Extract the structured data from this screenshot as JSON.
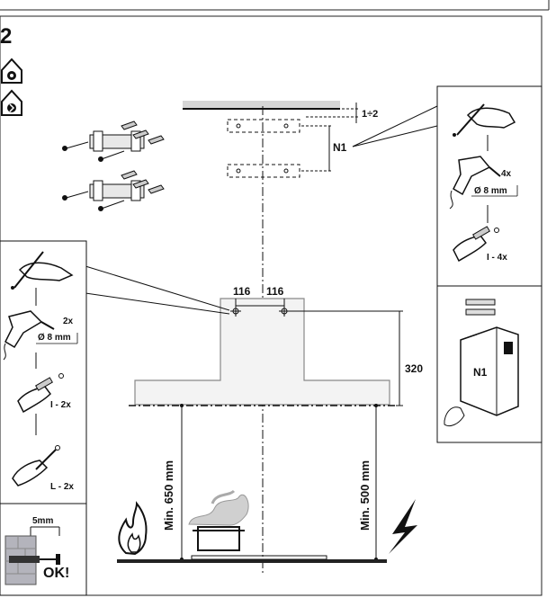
{
  "step_number": "2",
  "top_bracket": {
    "gap_label": "1÷2",
    "bracket_label": "N1"
  },
  "dimensions": {
    "left_offset": "116",
    "right_offset": "116",
    "height_from_holes": "320",
    "min_gas": "Min. 650 mm",
    "min_electric": "Min. 500 mm"
  },
  "right_panel": {
    "drill_count": "4x",
    "drill_size": "Ø 8 mm",
    "plug_label": "I - 4x",
    "chimney_label": "N1"
  },
  "left_panel": {
    "drill_count": "2x",
    "drill_size": "Ø 8 mm",
    "plug_label": "I - 2x",
    "screw_label": "L - 2x",
    "gap_label": "5mm",
    "ok_label": "OK!"
  },
  "icons": [
    "gas-hob-icon",
    "electric-hob-icon",
    "flame-icon",
    "lightning-icon"
  ]
}
